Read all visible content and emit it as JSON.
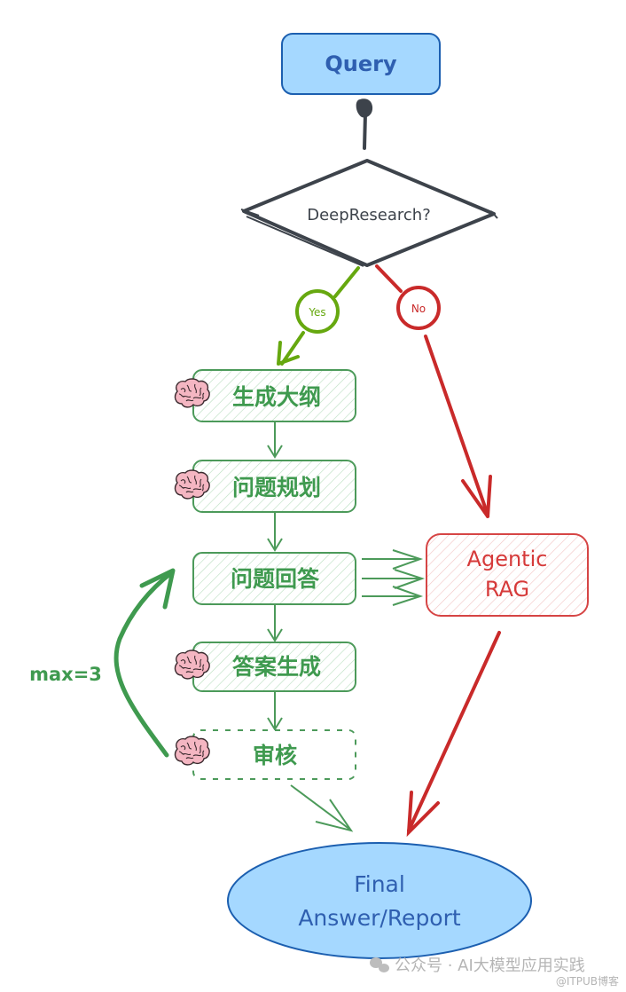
{
  "colors": {
    "blue_fill": "#a5d8ff",
    "blue_stroke": "#1971c2",
    "blue_text": "#2f5fb0",
    "dark": "#3d434b",
    "green": "#2f9e44",
    "green_text": "#3f9a4f",
    "green_light": "#66a80f",
    "red": "#c92a2a",
    "red_text": "#d63a3a",
    "brain_fill": "#f4b6c2",
    "watermark": "#b5b5b5"
  },
  "nodes": {
    "query": "Query",
    "decision": "DeepResearch?",
    "yes": "Yes",
    "no": "No",
    "outline": "生成大纲",
    "planning": "问题规划",
    "answering": "问题回答",
    "answer_gen": "答案生成",
    "review": "审核",
    "agentic_line1": "Agentic",
    "agentic_line2": "RAG",
    "final_line1": "Final",
    "final_line2": "Answer/Report",
    "loop_label": "max=3"
  },
  "icons": {
    "brain": "brain-icon"
  },
  "watermark": {
    "main": "公众号 · AI大模型应用实践",
    "sub": "@ITPUB博客"
  }
}
